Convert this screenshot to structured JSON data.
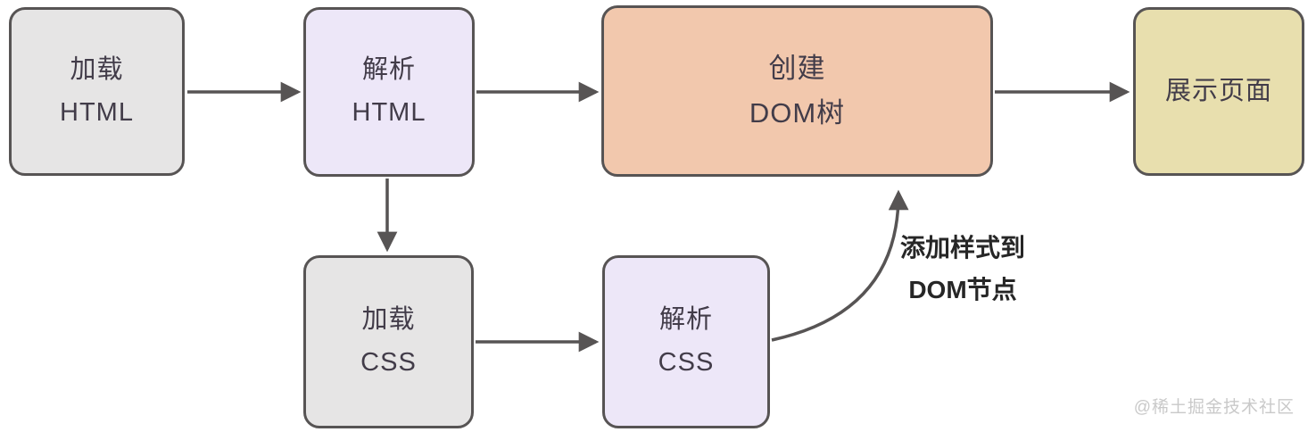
{
  "diagram": {
    "nodes": [
      {
        "id": "load-html",
        "line1": "加载",
        "line2": "HTML",
        "fill": "#e6e5e5"
      },
      {
        "id": "parse-html",
        "line1": "解析",
        "line2": "HTML",
        "fill": "#ede7f8"
      },
      {
        "id": "create-dom-tree",
        "line1": "创建",
        "line2": "DOM树",
        "fill": "#f2c8ad"
      },
      {
        "id": "show-page",
        "line1": "展示页面",
        "fill": "#e8dfae"
      },
      {
        "id": "load-css",
        "line1": "加载",
        "line2": "CSS",
        "fill": "#e6e5e5"
      },
      {
        "id": "parse-css",
        "line1": "解析",
        "line2": "CSS",
        "fill": "#ede7f8"
      }
    ],
    "edge_label": {
      "line1": "添加样式到",
      "line2": "DOM节点"
    },
    "watermark": "@稀土掘金技术社区",
    "colors": {
      "background": "#ffffff",
      "box_border": "#575454",
      "arrow": "#575454",
      "node_text": "#423c49",
      "edge_label_text": "#262626",
      "gray_fill": "#e6e5e5",
      "purple_fill": "#ede7f8",
      "salmon_fill": "#f2c8ad",
      "tan_fill": "#e8dfae",
      "watermark_text": "#c9c9c9"
    }
  }
}
